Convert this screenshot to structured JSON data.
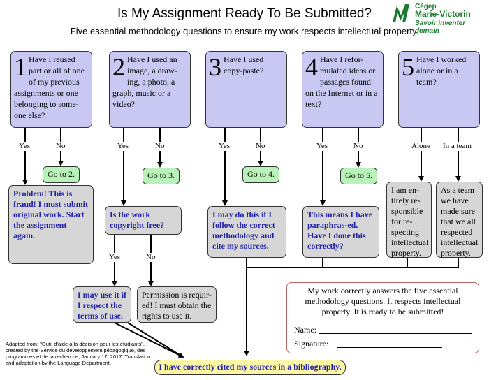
{
  "header": {
    "title": "Is My Assignment Ready To Be Submitted?",
    "subtitle": "Five essential methodology questions to ensure my work respects intellectual property."
  },
  "logo": {
    "line1": "Cégep",
    "line2": "Marie-Victorin",
    "line3": "Savoir inventer demain",
    "color": "#1a7a2e"
  },
  "questions": [
    {
      "num": "1",
      "text": "Have I reused part or all of one of my previous assignments or one belonging to some-one else?"
    },
    {
      "num": "2",
      "text": "Have I used an image, a draw-ing, a photo, a graph, music or a video?"
    },
    {
      "num": "3",
      "text": "Have I used copy-paste?"
    },
    {
      "num": "4",
      "text": "Have I refor-mulated ideas or passages found on the Internet or in a text?"
    },
    {
      "num": "5",
      "text": "Have I worked alone or in a team?"
    }
  ],
  "labels": {
    "yes": "Yes",
    "no": "No",
    "alone": "Alone",
    "team": "In a team"
  },
  "gotos": [
    "Go to 2.",
    "Go to 3.",
    "Go to 4.",
    "Go to 5."
  ],
  "outcomes": {
    "fraud": "Problem! This is fraud! I must submit original work. Start the assignment again.",
    "copyright": "Is the work copyright free?",
    "may_do": "I may do this if I follow the correct methodology and cite my sources.",
    "paraphrased": "This means I have paraphras-ed. Have I done this correctly?",
    "alone": "I am en-tirely re-sponsible for re-specting intellectual property.",
    "team": "As a team we have made sure that we all respected intellectual property.",
    "use_it": "I may use it if I respect the terms of use.",
    "permission": "Permission is requir-ed! I must obtain the rights to use it."
  },
  "final": "I have correctly cited my sources in a bibliography.",
  "signoff": {
    "message": "My work correctly answers the five essential methodology questions. It respects intellectual property. It is ready to be submitted!",
    "name_label": "Name:",
    "signature_label": "Signature:"
  },
  "credit": "Adapted from: \"Outil d'aide à la décision pour les étudiants\", created by the Service du développement pédagogique, des programmes et de la recherche, January 17, 2017. Translation and adaptation by the Language Department.",
  "colors": {
    "question_fill": "#c9c8f3",
    "goto_fill": "#b8f2b8",
    "outcome_fill": "#d6d6d6",
    "final_fill": "#fbf7a6",
    "blue_text": "#1f1fa8",
    "signoff_border": "#bb6666"
  }
}
